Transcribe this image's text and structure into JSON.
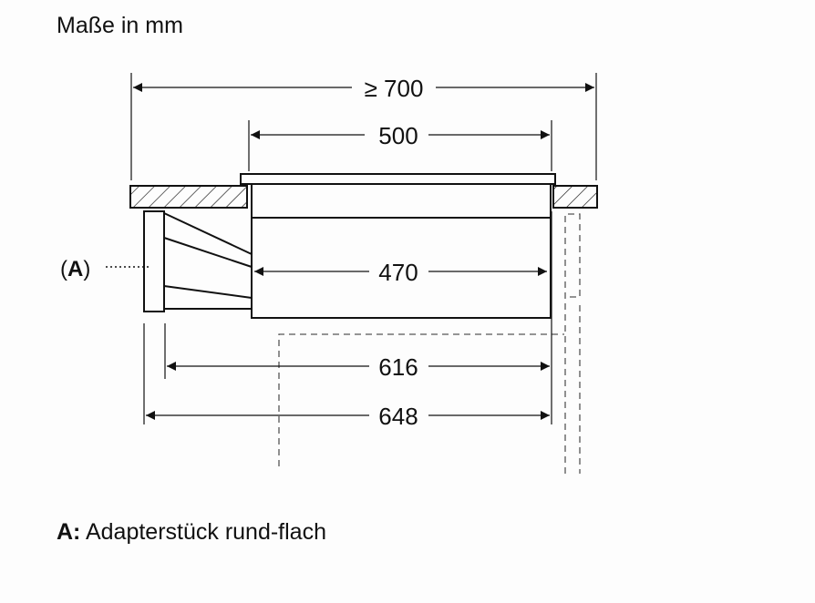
{
  "title": "Maße in mm",
  "legend": {
    "key": "A:",
    "text": "Adapterstück rund-flach"
  },
  "callout_label": "(A)",
  "callout_letter": "A",
  "dimensions": {
    "cutout_min": "≥ 700",
    "top_width": "500",
    "body_width": "470",
    "depth_with_adapter": "616",
    "depth_total": "648"
  },
  "colors": {
    "line": "#111111",
    "dashed": "#555555",
    "background": "#fdfdfd"
  }
}
